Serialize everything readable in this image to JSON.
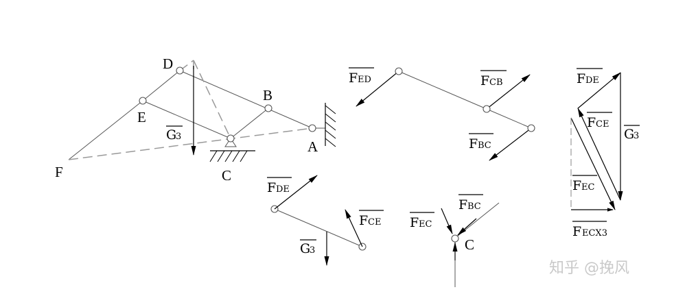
{
  "points": {
    "D": "D",
    "B": "B",
    "E": "E",
    "A": "A",
    "F": "F",
    "C": "C",
    "C2": "C"
  },
  "forces": {
    "g3": {
      "main": "G",
      "sub": "3"
    },
    "f_ed": {
      "main": "F",
      "sub": "ED"
    },
    "f_cb": {
      "main": "F",
      "sub": "CB"
    },
    "f_bc": {
      "main": "F",
      "sub": "BC"
    },
    "f_de_poly": {
      "main": "F",
      "sub": "DE"
    },
    "f_ce_poly": {
      "main": "F",
      "sub": "CE"
    },
    "g3_poly": {
      "main": "G",
      "sub": "3"
    },
    "f_ec_poly": {
      "main": "F",
      "sub": "EC"
    },
    "f_ecx3_poly": {
      "main": "F",
      "sub": "ECX3"
    },
    "f_de_fbd": {
      "main": "F",
      "sub": "DE"
    },
    "f_ce_fbd": {
      "main": "F",
      "sub": "CE"
    },
    "g3_fbd": {
      "main": "G",
      "sub": "3"
    },
    "f_ec_node": {
      "main": "F",
      "sub": "EC"
    },
    "f_bc_node": {
      "main": "F",
      "sub": "BC"
    }
  },
  "watermark": "知乎 @挽风"
}
